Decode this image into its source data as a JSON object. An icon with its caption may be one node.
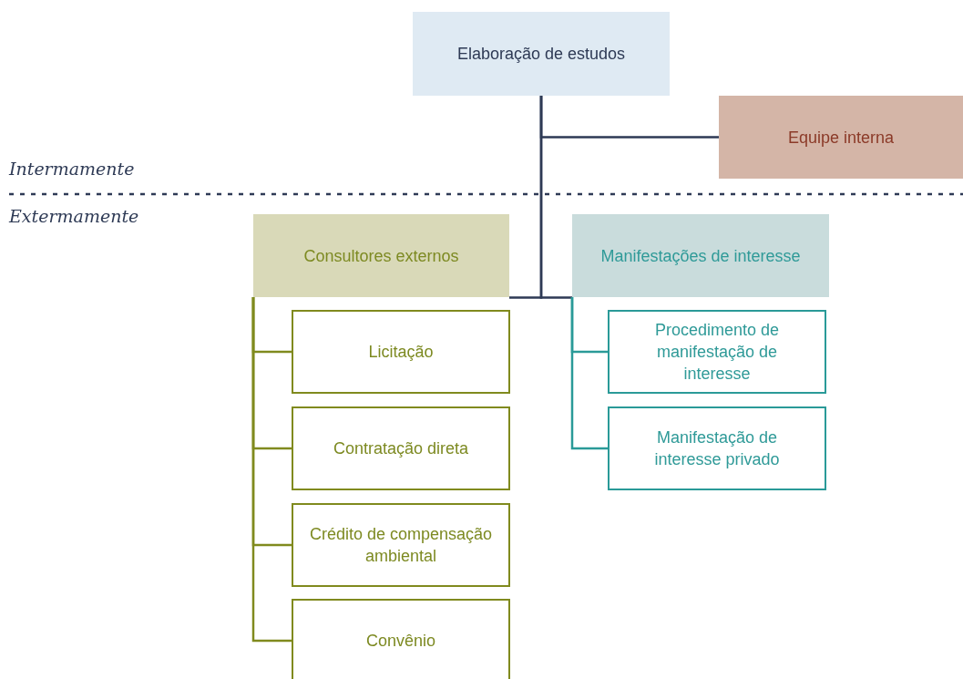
{
  "diagram": {
    "nodes": [
      {
        "text": [
          "Elaboração de estudos"
        ]
      },
      {
        "text": [
          "Equipe interna"
        ]
      },
      {
        "text": [
          "Consultores externos"
        ]
      },
      {
        "text": [
          "Manifestações de interesse"
        ]
      },
      {
        "text": [
          "Licitação"
        ]
      },
      {
        "text": [
          "Contratação direta"
        ]
      },
      {
        "text": [
          "Crédito de compensação ambiental"
        ]
      },
      {
        "text": [
          "Convênio"
        ]
      },
      {
        "text": [
          "Procedimento de manifestação de interesse"
        ]
      },
      {
        "text": [
          "Manifestação de interesse privado"
        ]
      }
    ],
    "edges": [
      {
        "from": 0,
        "to": 1,
        "arrow": "none",
        "color": "#2e3a55"
      },
      {
        "from": 0,
        "to": 2,
        "arrow": "none",
        "color": "#2e3a55"
      },
      {
        "from": 0,
        "to": 3,
        "arrow": "none",
        "color": "#2e3a55"
      },
      {
        "from": 2,
        "to": 4,
        "arrow": "none",
        "color": "#808a1e"
      },
      {
        "from": 2,
        "to": 5,
        "arrow": "none",
        "color": "#808a1e"
      },
      {
        "from": 2,
        "to": 6,
        "arrow": "none",
        "color": "#808a1e"
      },
      {
        "from": 2,
        "to": 7,
        "arrow": "none",
        "color": "#808a1e"
      },
      {
        "from": 3,
        "to": 8,
        "arrow": "none",
        "color": "#2a9a98"
      },
      {
        "from": 3,
        "to": 9,
        "arrow": "none",
        "color": "#2a9a98"
      }
    ],
    "labels": [
      "Intermamente",
      "Extermamente"
    ]
  }
}
